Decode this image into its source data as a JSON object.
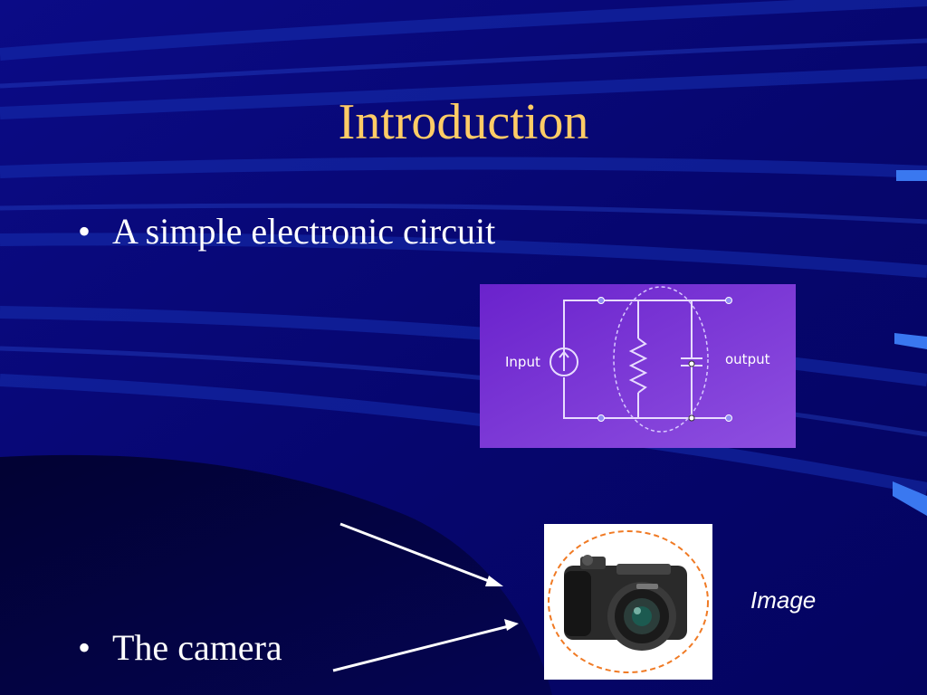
{
  "slide": {
    "title": "Introduction",
    "bullets": [
      {
        "symbol": "•",
        "text": "A simple electronic circuit"
      },
      {
        "symbol": "•",
        "text": "The camera"
      }
    ]
  },
  "circuit_diagram": {
    "input_label": "Input",
    "output_label": "output"
  },
  "camera_figure": {
    "caption": "Image"
  },
  "colors": {
    "background": "#06066e",
    "title": "#ffcc66",
    "text": "#ffffff",
    "circuit_panel": "#7a3bd8",
    "camera_outline": "#f07a24"
  }
}
